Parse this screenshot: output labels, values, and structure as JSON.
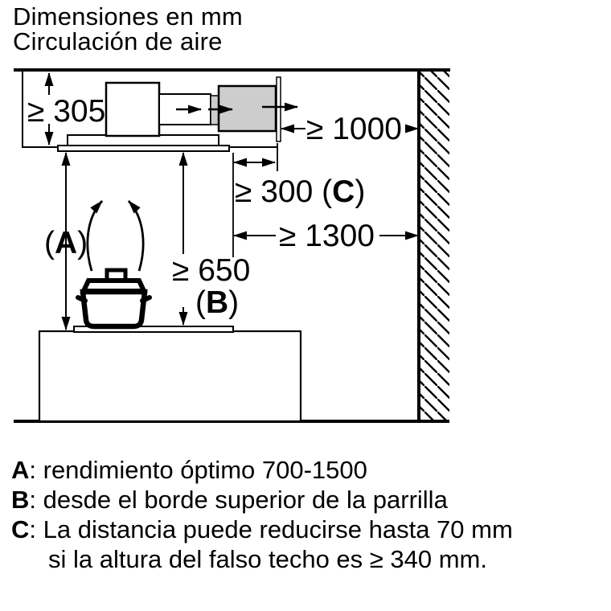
{
  "title": {
    "line1": "Dimensiones en mm",
    "line2": "Circulación de aire"
  },
  "diagram": {
    "dimensions": {
      "false_ceiling_height": "≥ 305",
      "outlet_to_wall": "≥ 1000",
      "duct_clearance_prefix": "≥ 300 (",
      "duct_clearance_letter": "C",
      "duct_clearance_suffix": ")",
      "hood_to_wall": "≥ 1300",
      "hob_clearance_value": "≥ 650",
      "label_b_open": "(",
      "label_b_letter": "B",
      "label_b_close": ")",
      "label_a_open": "(",
      "label_a_letter": "A",
      "label_a_close": ")"
    }
  },
  "legend": {
    "lines": [
      {
        "label": "A",
        "text": ": rendimiento óptimo 700-1500"
      },
      {
        "label": "B",
        "text": ": desde el borde superior de la parrilla"
      },
      {
        "label": "C",
        "text": ": La distancia puede reducirse hasta 70 mm"
      },
      {
        "label": "",
        "text": "si la altura del falso techo es ≥ 340 mm."
      }
    ]
  },
  "colors": {
    "line": "#000000",
    "unit_fill": "#cdcdcd",
    "background": "#ffffff"
  }
}
